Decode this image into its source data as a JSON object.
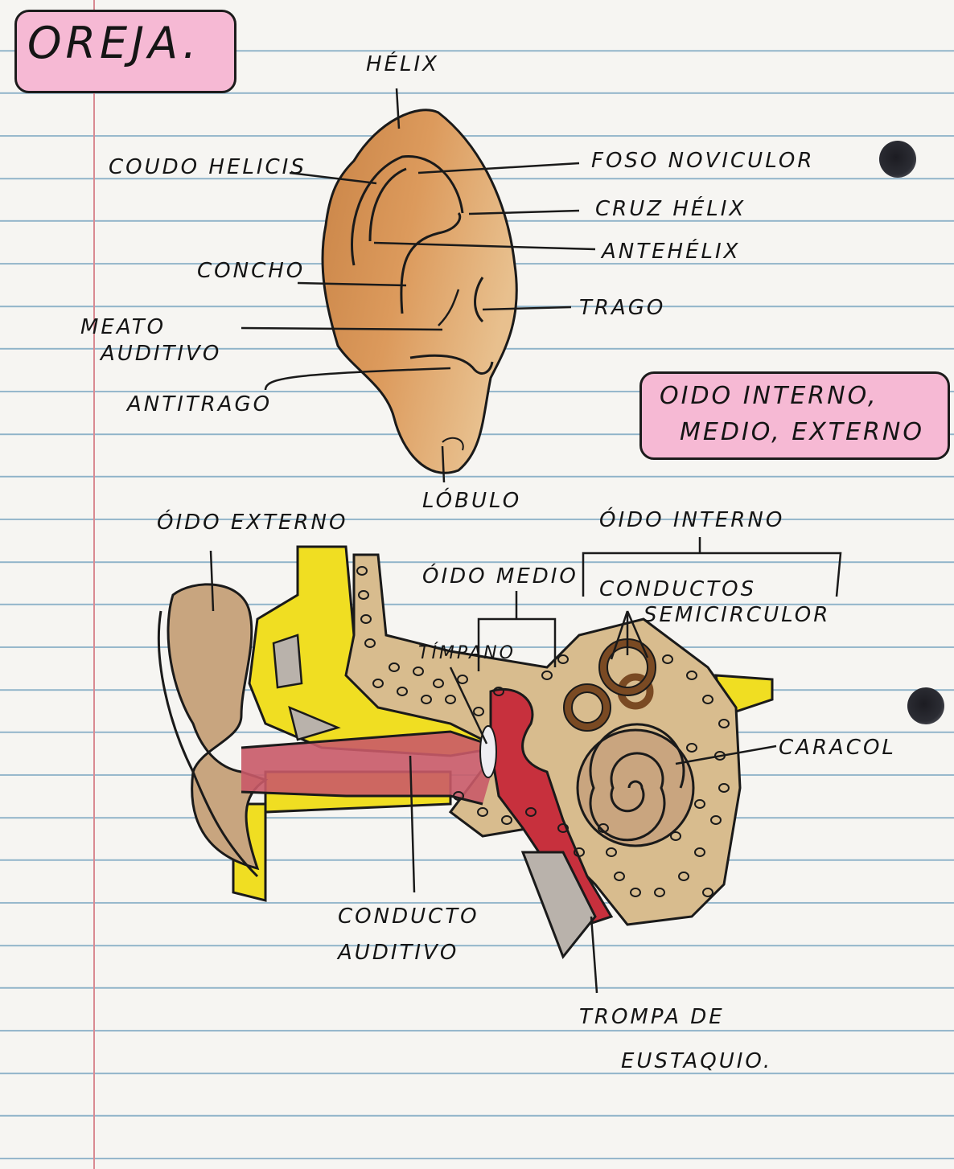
{
  "page": {
    "title": "OREJA.",
    "subtitle_line1": "OIDO INTERNO,",
    "subtitle_line2": "MEDIO, EXTERNO"
  },
  "outer_ear_labels": {
    "helix": "HÉLIX",
    "cauda_helicis": "COUDO HELICIS",
    "fosa_navicular": "FOSO NOVICULOR",
    "cruz_helix": "CRUZ HÉLIX",
    "antehelix": "ANTEHÉLIX",
    "concha": "CONCHO",
    "trago": "TRAGO",
    "meato_1": "MEATO",
    "meato_2": "AUDITIVO",
    "antitrago": "ANTITRAGO",
    "lobulo": "LÓBULO"
  },
  "cross_section_labels": {
    "oido_externo": "ÓIDO EXTERNO",
    "oido_interno": "ÓIDO INTERNO",
    "oido_medio": "ÓIDO MEDIO",
    "conductos_1": "CONDUCTOS",
    "conductos_2": "SEMICIRCULOR",
    "timpano": "TÍMPANO",
    "caracol": "CARACOL",
    "conducto_1": "CONDUCTO",
    "conducto_2": "AUDITIVO",
    "trompa_1": "TROMPA DE",
    "trompa_2": "EUSTAQUIO."
  },
  "colors": {
    "skin": "#d7924f",
    "skin_light": "#e6b47e",
    "tan": "#c9a57f",
    "yellow": "#f0de22",
    "red": "#c7303d",
    "pink": "#f6b9d4",
    "ink": "#151515",
    "rule": "#8fb3c9",
    "margin": "#d98a92"
  }
}
